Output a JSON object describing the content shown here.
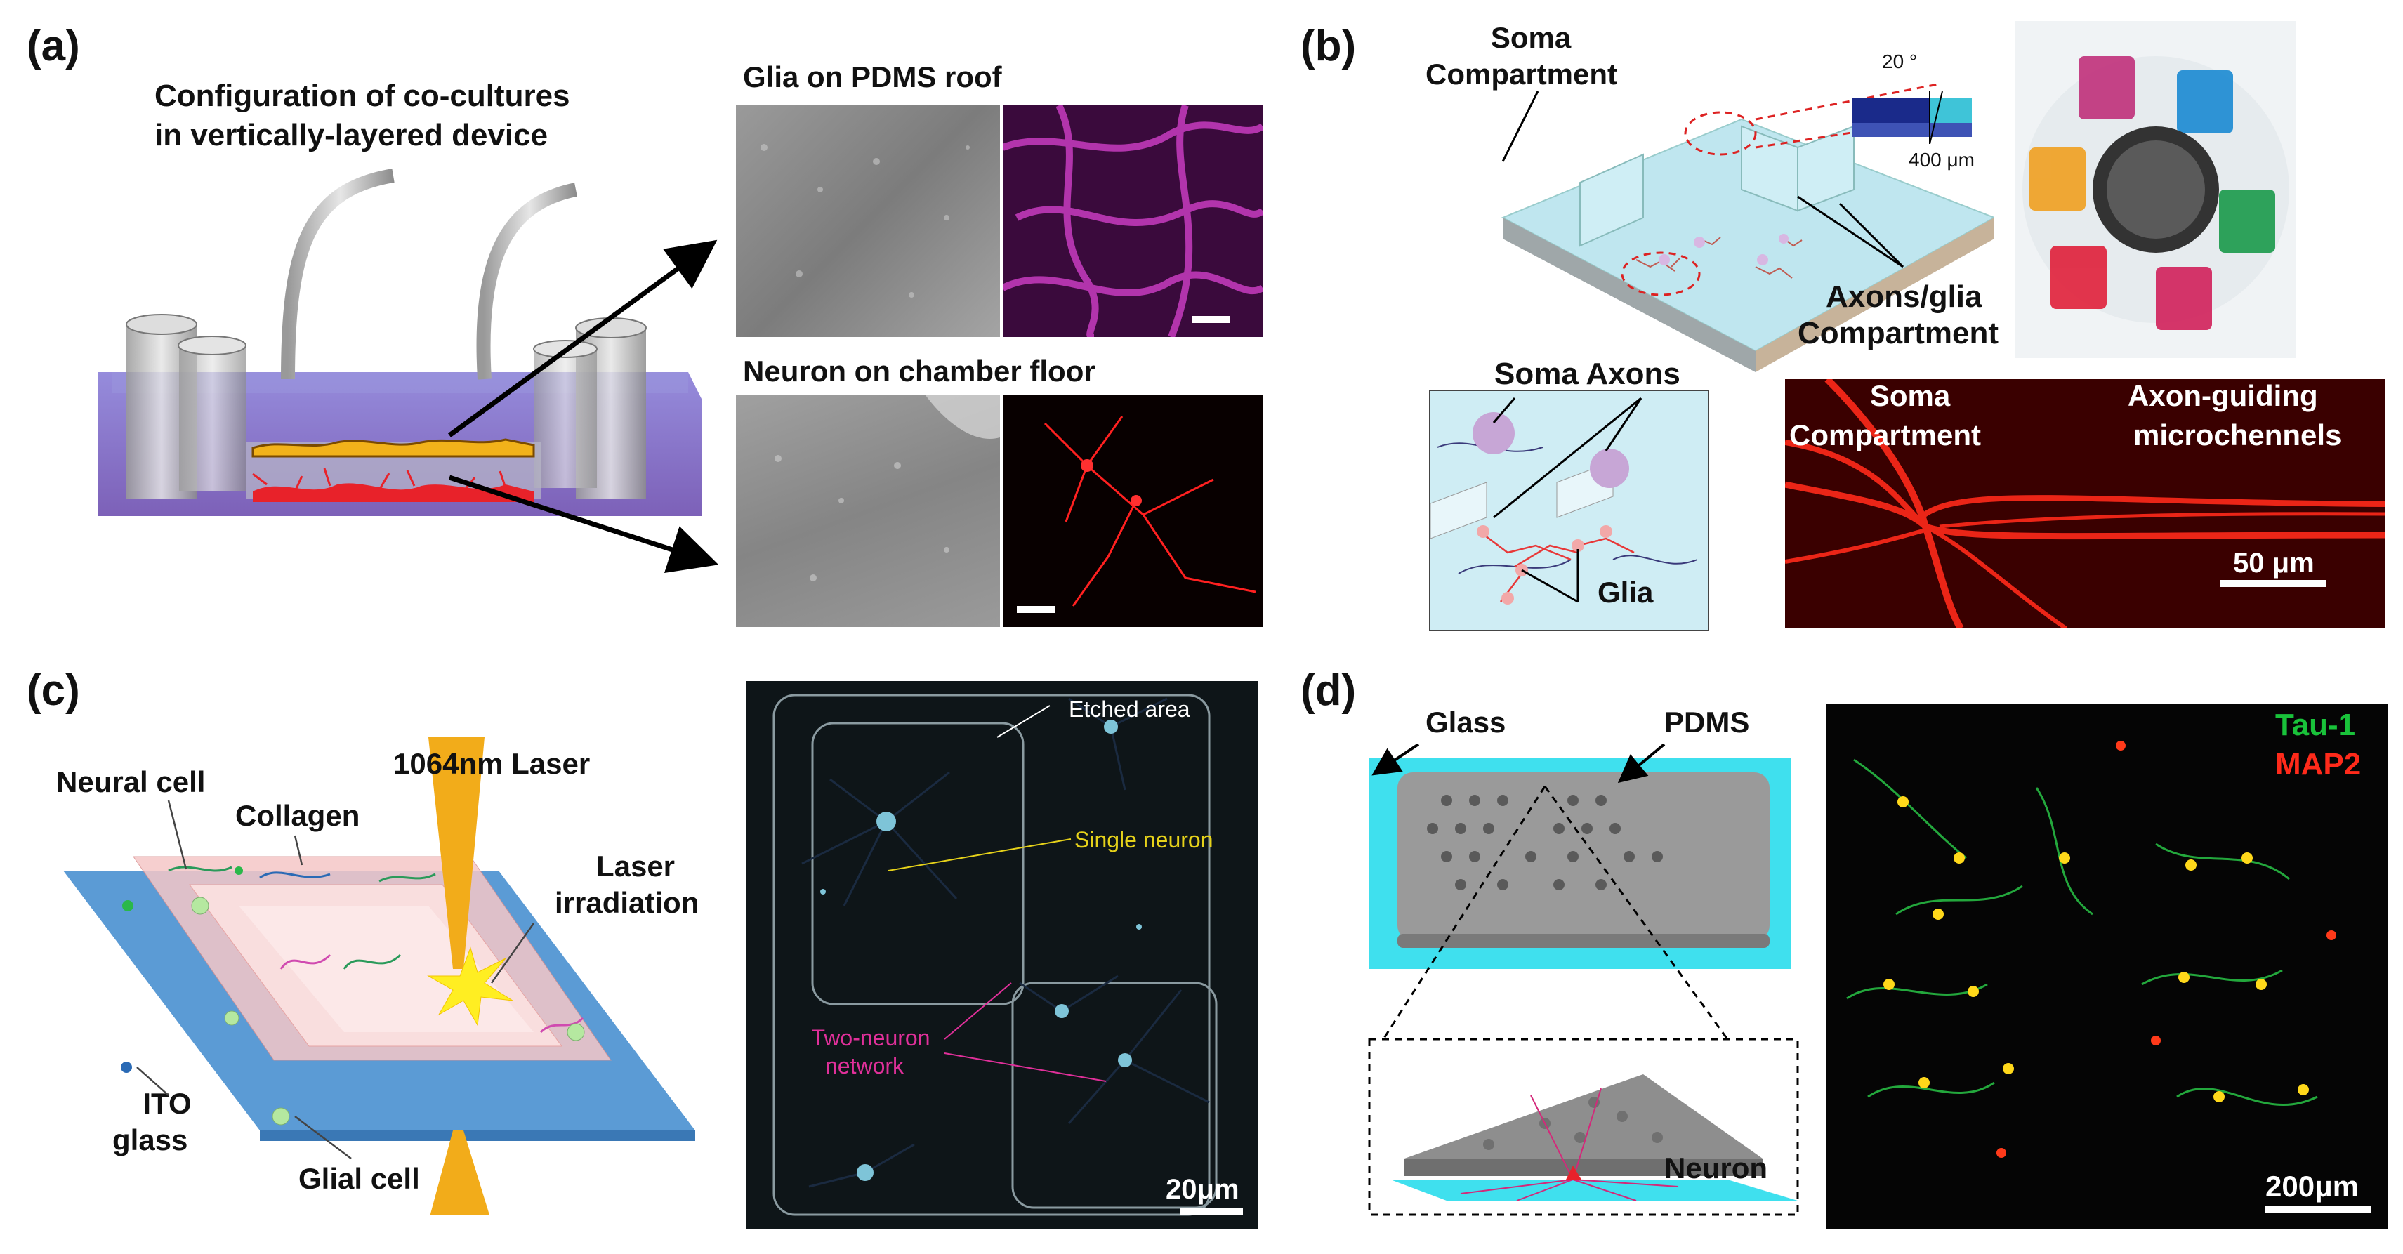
{
  "panels": {
    "a": {
      "letter": "(a)",
      "title_line1": "Configuration of co-cultures",
      "title_line2": "in vertically-layered device",
      "glia_label": "Glia on PDMS roof",
      "neuron_label": "Neuron on chamber floor"
    },
    "b": {
      "letter": "(b)",
      "soma_compartment_line1": "Soma",
      "soma_compartment_line2": "Compartment",
      "angle_label": "20 °",
      "width_label": "400 μm",
      "axons_glia_line1": "Axons/glia",
      "axons_glia_line2": "Compartment",
      "soma_axons_label": "Soma Axons",
      "glia_label": "Glia",
      "fluor_soma_line1": "Soma",
      "fluor_soma_line2": "Compartment",
      "fluor_axon_line1": "Axon-guiding",
      "fluor_axon_line2": "microchennels",
      "scale_bar": "50 μm"
    },
    "c": {
      "letter": "(c)",
      "neural_cell": "Neural cell",
      "collagen": "Collagen",
      "laser": "1064nm Laser",
      "laser_irr_line1": "Laser",
      "laser_irr_line2": "irradiation",
      "ito_line1": "ITO",
      "ito_line2": "glass",
      "glial_cell": "Glial cell",
      "etched_area": "Etched area",
      "single_neuron": "Single neuron",
      "two_neuron_line1": "Two-neuron",
      "two_neuron_line2": "network",
      "scale_bar": "20μm"
    },
    "d": {
      "letter": "(d)",
      "glass": "Glass",
      "pdms": "PDMS",
      "neuron": "Neuron",
      "tau1": "Tau-1",
      "map2": "MAP2",
      "scale_bar": "200μm"
    }
  },
  "colors": {
    "magenta_stain": "#c83cc0",
    "red_stain": "#ff2020",
    "tau_green": "#19c23a",
    "map2_red": "#ff2a1a",
    "pink_label": "#e0309a",
    "yellow_label": "#e6d21a",
    "glass_blue": "#5b9bd5",
    "pdms_cyan": "#3fe0ee"
  }
}
